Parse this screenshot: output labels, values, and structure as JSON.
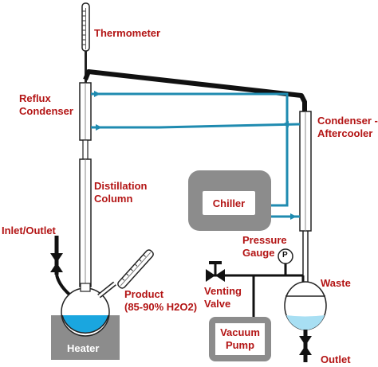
{
  "labels": {
    "thermometer": "Thermometer",
    "reflux_condenser_1": "Reflux",
    "reflux_condenser_2": "Condenser",
    "condenser_aftercooler_1": "Condenser -",
    "condenser_aftercooler_2": "Aftercooler",
    "distillation_column_1": "Distillation",
    "distillation_column_2": "Column",
    "chiller": "Chiller",
    "inlet_outlet": "Inlet/Outlet",
    "pressure_gauge_1": "Pressure",
    "pressure_gauge_2": "Gauge",
    "gauge_symbol": "P",
    "waste": "Waste",
    "venting_valve_1": "Venting",
    "venting_valve_2": "Valve",
    "product_1": "Product",
    "product_2": "(85-90% H2O2)",
    "vacuum_pump_1": "Vacuum",
    "vacuum_pump_2": "Pump",
    "heater": "Heater",
    "outlet": "Outlet"
  },
  "colors": {
    "label_red": "#b31414",
    "cooling_line": "#1f8bb0",
    "vacuum_line": "#111111",
    "liquid": "#1aa6df",
    "equipment_gray": "#8c8c8c"
  }
}
